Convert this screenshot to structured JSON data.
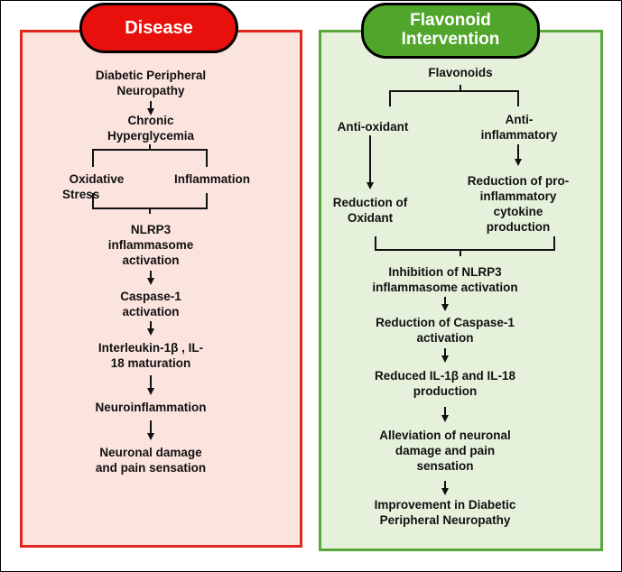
{
  "left_panel": {
    "header": "Disease",
    "nodes": {
      "dpn_line1": "Diabetic Peripheral",
      "dpn_line2": "Neuropathy",
      "chronic_line1": "Chronic",
      "chronic_line2": "Hyperglycemia",
      "oxidative_line1": "Oxidative",
      "oxidative_line2": "Stress",
      "inflammation": "Inflammation",
      "nlrp3_line1": "NLRP3",
      "nlrp3_line2": "inflammasome",
      "nlrp3_line3": "activation",
      "caspase_line1": "Caspase-1",
      "caspase_line2": "activation",
      "il_line1": "Interleukin-1β , IL-",
      "il_line2": "18 maturation",
      "neuroinflammation": "Neuroinflammation",
      "damage_line1": "Neuronal damage",
      "damage_line2": "and pain sensation"
    }
  },
  "right_panel": {
    "header_line1": "Flavonoid",
    "header_line2": "Intervention",
    "nodes": {
      "flavonoids": "Flavonoids",
      "antioxidant": "Anti-oxidant",
      "antiinflam_line1": "Anti-",
      "antiinflam_line2": "inflammatory",
      "red_oxidant_line1": "Reduction of",
      "red_oxidant_line2": "Oxidant",
      "red_cyto_line1": "Reduction of pro-",
      "red_cyto_line2": "inflammatory",
      "red_cyto_line3": "cytokine",
      "red_cyto_line4": "production",
      "inhib_line1": "Inhibition of NLRP3",
      "inhib_line2": "inflammasome activation",
      "red_casp_line1": "Reduction of Caspase-1",
      "red_casp_line2": "activation",
      "reduced_il_line1": "Reduced IL-1β and IL-18",
      "reduced_il_line2": "production",
      "alleviation_line1": "Alleviation of neuronal",
      "alleviation_line2": "damage and pain",
      "alleviation_line3": "sensation",
      "improvement_line1": "Improvement in Diabetic",
      "improvement_line2": "Peripheral Neuropathy"
    }
  },
  "colors": {
    "left_fill": "#fbe3de",
    "left_border": "#e3261c",
    "right_fill": "#e6f1db",
    "right_border": "#5aa63a",
    "disease_pill": "#e8100c",
    "flavonoid_pill": "#4fa62b"
  }
}
